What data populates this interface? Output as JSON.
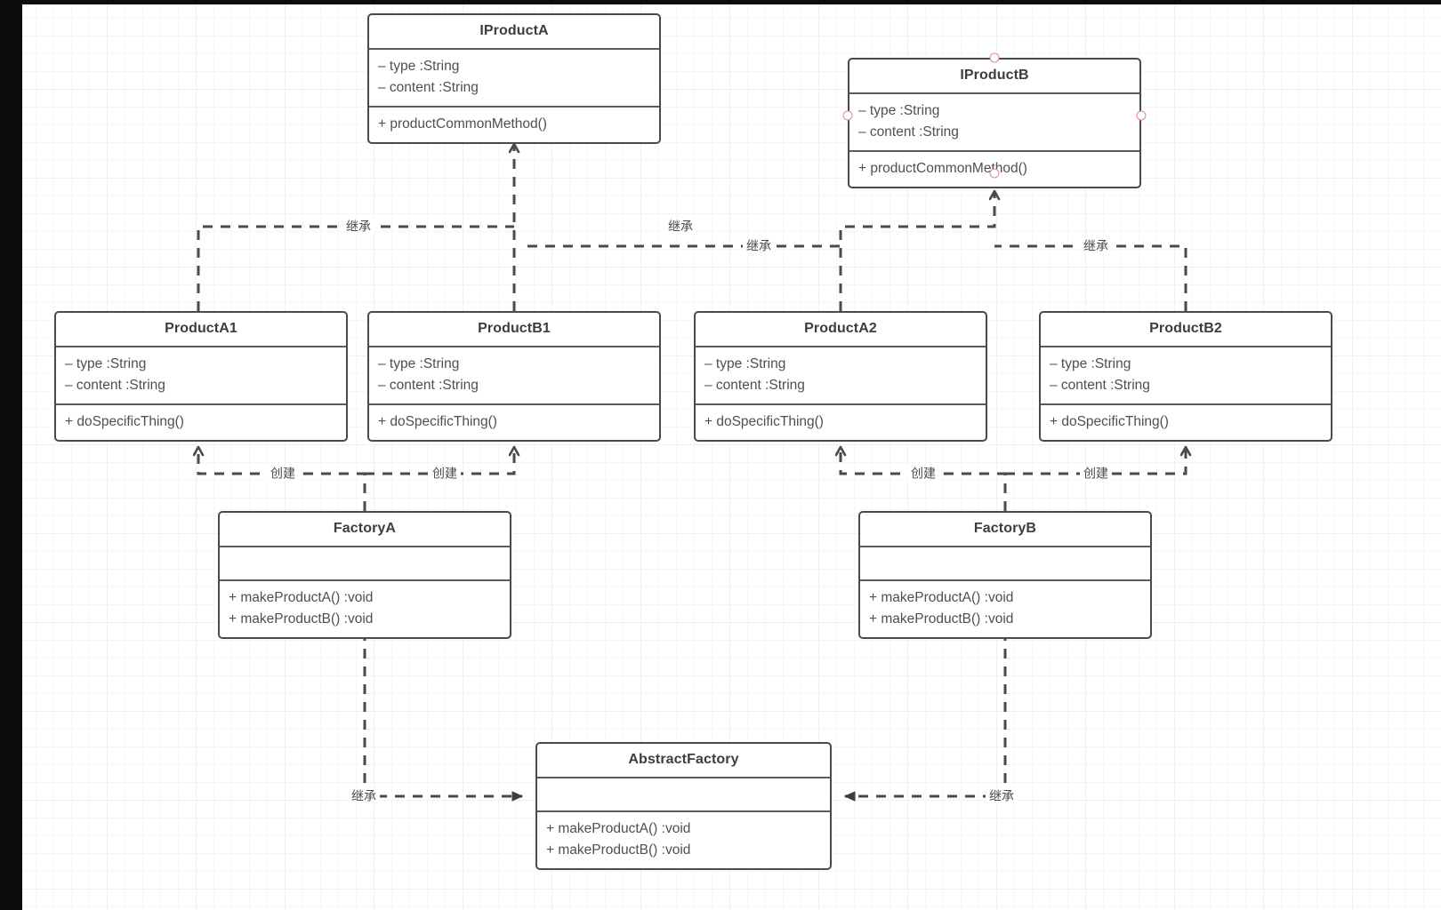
{
  "canvas": {
    "background": "#ffffff",
    "grid_color": "#f0f0f0",
    "frame_color": "#0d0d0d",
    "edge_color": "#4a4a4a",
    "node_border_color": "#4a4a4a",
    "handle_color": "#d98b8b"
  },
  "diagram": {
    "type": "uml-class-diagram",
    "pattern": "Abstract Factory",
    "nodes": [
      {
        "id": "IProductA",
        "name": "IProductA",
        "attributes": [
          "– type :String",
          "– content :String"
        ],
        "operations": [
          "+ productCommonMethod()"
        ],
        "selected": false
      },
      {
        "id": "IProductB",
        "name": "IProductB",
        "attributes": [
          "– type :String",
          "– content :String"
        ],
        "operations": [
          "+ productCommonMethod()"
        ],
        "selected": true
      },
      {
        "id": "ProductA1",
        "name": "ProductA1",
        "attributes": [
          "– type :String",
          "– content :String"
        ],
        "operations": [
          "+ doSpecificThing()"
        ],
        "selected": false
      },
      {
        "id": "ProductB1",
        "name": "ProductB1",
        "attributes": [
          "– type :String",
          "– content :String"
        ],
        "operations": [
          "+ doSpecificThing()"
        ],
        "selected": false
      },
      {
        "id": "ProductA2",
        "name": "ProductA2",
        "attributes": [
          "– type :String",
          "– content :String"
        ],
        "operations": [
          "+ doSpecificThing()"
        ],
        "selected": false
      },
      {
        "id": "ProductB2",
        "name": "ProductB2",
        "attributes": [
          "– type :String",
          "– content :String"
        ],
        "operations": [
          "+ doSpecificThing()"
        ],
        "selected": false
      },
      {
        "id": "FactoryA",
        "name": "FactoryA",
        "attributes": [],
        "operations": [
          "+ makeProductA() :void",
          "+ makeProductB() :void"
        ],
        "selected": false
      },
      {
        "id": "FactoryB",
        "name": "FactoryB",
        "attributes": [],
        "operations": [
          "+ makeProductA() :void",
          "+ makeProductB() :void"
        ],
        "selected": false
      },
      {
        "id": "AbstractFactory",
        "name": "AbstractFactory",
        "attributes": [],
        "operations": [
          "+ makeProductA() :void",
          "+ makeProductB() :void"
        ],
        "selected": false
      }
    ],
    "edges": [
      {
        "id": "e1",
        "from": "ProductA1",
        "to": "IProductA",
        "label": "继承",
        "style": "dashed",
        "arrow": "open"
      },
      {
        "id": "e2",
        "from": "ProductB1",
        "to": "IProductA",
        "label": "继承",
        "style": "dashed",
        "arrow": "open"
      },
      {
        "id": "e3",
        "from": "ProductA2",
        "to": "IProductB",
        "label": "继承",
        "style": "dashed",
        "arrow": "open"
      },
      {
        "id": "e4",
        "from": "ProductB2",
        "to": "IProductB",
        "label": "继承",
        "style": "dashed",
        "arrow": "open"
      },
      {
        "id": "e5",
        "from": "FactoryA",
        "to": "ProductA1",
        "label": "创建",
        "style": "dashed",
        "arrow": "open"
      },
      {
        "id": "e6",
        "from": "FactoryA",
        "to": "ProductB1",
        "label": "创建",
        "style": "dashed",
        "arrow": "open"
      },
      {
        "id": "e7",
        "from": "FactoryB",
        "to": "ProductA2",
        "label": "创建",
        "style": "dashed",
        "arrow": "open"
      },
      {
        "id": "e8",
        "from": "FactoryB",
        "to": "ProductB2",
        "label": "创建",
        "style": "dashed",
        "arrow": "open"
      },
      {
        "id": "e9",
        "from": "FactoryA",
        "to": "AbstractFactory",
        "label": "继承",
        "style": "dashed",
        "arrow": "filled"
      },
      {
        "id": "e10",
        "from": "FactoryB",
        "to": "AbstractFactory",
        "label": "继承",
        "style": "dashed",
        "arrow": "filled"
      }
    ],
    "labels": {
      "inherit": "继承",
      "create": "创建"
    }
  }
}
